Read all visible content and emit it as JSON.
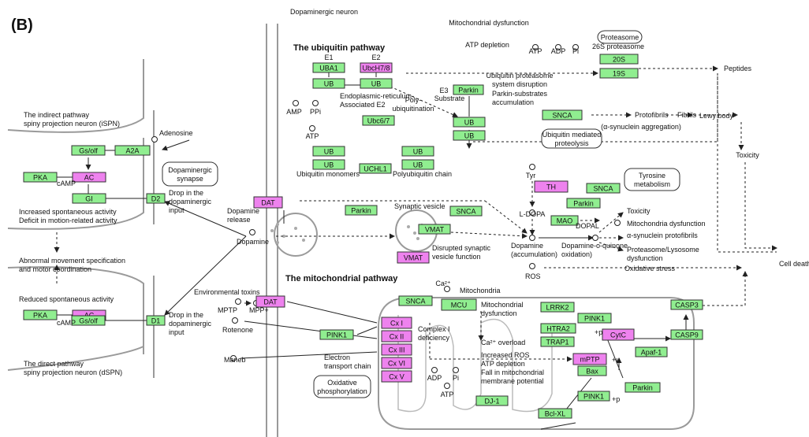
{
  "figure": {
    "panel_label": "(B)",
    "heading_ubiquitin": "The ubiquitin pathway",
    "heading_mitochondrial": "The mitochondrial pathway"
  },
  "colors": {
    "gene_fill": "#90ee90",
    "compound_fill": "#ee82ee",
    "stroke": "#333333",
    "membrane": "#9a9a9a"
  },
  "boxes": [
    {
      "id": "a2a",
      "label": "A2A",
      "kind": "gene"
    },
    {
      "id": "gs_olf_top",
      "label": "Gs/olf",
      "kind": "gene"
    },
    {
      "id": "ac_top",
      "label": "AC",
      "kind": "compound"
    },
    {
      "id": "pka_top",
      "label": "PKA",
      "kind": "gene"
    },
    {
      "id": "gi",
      "label": "GI",
      "kind": "gene"
    },
    {
      "id": "d2",
      "label": "D2",
      "kind": "gene"
    },
    {
      "id": "pka_bottom",
      "label": "PKA",
      "kind": "gene"
    },
    {
      "id": "ac_bottom",
      "label": "AC",
      "kind": "compound"
    },
    {
      "id": "gs_olf_bottom",
      "label": "Gs/olf",
      "kind": "gene"
    },
    {
      "id": "d1",
      "label": "D1",
      "kind": "gene"
    },
    {
      "id": "uba1",
      "label": "UBA1",
      "kind": "gene"
    },
    {
      "id": "ubch78",
      "label": "UbcH7/8",
      "kind": "compound"
    },
    {
      "id": "ub_e1",
      "label": "UB",
      "kind": "gene"
    },
    {
      "id": "ub_e2",
      "label": "UB",
      "kind": "gene"
    },
    {
      "id": "parkin_e3",
      "label": "Parkin",
      "kind": "gene"
    },
    {
      "id": "ubc67",
      "label": "Ubc6/7",
      "kind": "gene"
    },
    {
      "id": "ub_sub1",
      "label": "UB",
      "kind": "gene"
    },
    {
      "id": "ub_sub2",
      "label": "UB",
      "kind": "gene"
    },
    {
      "id": "ub_mono1",
      "label": "UB",
      "kind": "gene"
    },
    {
      "id": "ub_mono2",
      "label": "UB",
      "kind": "gene"
    },
    {
      "id": "uchl1",
      "label": "UCHL1",
      "kind": "gene"
    },
    {
      "id": "ub_poly1",
      "label": "UB",
      "kind": "gene"
    },
    {
      "id": "ub_poly2",
      "label": "UB",
      "kind": "gene"
    },
    {
      "id": "p20s",
      "label": "20S",
      "kind": "gene"
    },
    {
      "id": "p19s",
      "label": "19S",
      "kind": "gene"
    },
    {
      "id": "snca_fib",
      "label": "SNCA",
      "kind": "gene"
    },
    {
      "id": "th",
      "label": "TH",
      "kind": "compound"
    },
    {
      "id": "snca_th",
      "label": "SNCA",
      "kind": "gene"
    },
    {
      "id": "parkin_mao",
      "label": "Parkin",
      "kind": "gene"
    },
    {
      "id": "mao",
      "label": "MAO",
      "kind": "gene"
    },
    {
      "id": "dat_top",
      "label": "DAT",
      "kind": "compound"
    },
    {
      "id": "parkin_ves",
      "label": "Parkin",
      "kind": "gene"
    },
    {
      "id": "snca_ves",
      "label": "SNCA",
      "kind": "gene"
    },
    {
      "id": "vmat_ves",
      "label": "VMAT",
      "kind": "gene"
    },
    {
      "id": "vmat_low",
      "label": "VMAT",
      "kind": "compound"
    },
    {
      "id": "dat_bottom",
      "label": "DAT",
      "kind": "compound"
    },
    {
      "id": "snca_mito",
      "label": "SNCA",
      "kind": "gene"
    },
    {
      "id": "pink1_left",
      "label": "PINK1",
      "kind": "gene"
    },
    {
      "id": "cx1",
      "label": "Cx I",
      "kind": "compound"
    },
    {
      "id": "cx2",
      "label": "Cx II",
      "kind": "compound"
    },
    {
      "id": "cx3",
      "label": "Cx III",
      "kind": "compound"
    },
    {
      "id": "cx6",
      "label": "Cx VI",
      "kind": "compound"
    },
    {
      "id": "cx5",
      "label": "Cx V",
      "kind": "compound"
    },
    {
      "id": "mcu",
      "label": "MCU",
      "kind": "gene"
    },
    {
      "id": "lrrk2",
      "label": "LRRK2",
      "kind": "gene"
    },
    {
      "id": "pink1_top",
      "label": "PINK1",
      "kind": "gene"
    },
    {
      "id": "htra2",
      "label": "HTRA2",
      "kind": "gene"
    },
    {
      "id": "trap1",
      "label": "TRAP1",
      "kind": "gene"
    },
    {
      "id": "cytc",
      "label": "CytC",
      "kind": "compound"
    },
    {
      "id": "mptp",
      "label": "mPTP",
      "kind": "compound"
    },
    {
      "id": "bax",
      "label": "Bax",
      "kind": "gene"
    },
    {
      "id": "parkin_bax",
      "label": "Parkin",
      "kind": "gene"
    },
    {
      "id": "pink1_bottom",
      "label": "PINK1",
      "kind": "gene"
    },
    {
      "id": "dj1",
      "label": "DJ-1",
      "kind": "gene"
    },
    {
      "id": "bclxl",
      "label": "Bcl-XL",
      "kind": "gene"
    },
    {
      "id": "apaf1",
      "label": "Apaf-1",
      "kind": "gene"
    },
    {
      "id": "casp9",
      "label": "CASP9",
      "kind": "gene"
    },
    {
      "id": "casp3",
      "label": "CASP3",
      "kind": "gene"
    }
  ],
  "rounded_labels": [
    {
      "id": "dopaminergic_synapse",
      "lines": [
        "Dopaminergic",
        "synapse"
      ]
    },
    {
      "id": "proteasome",
      "lines": [
        "Proteasome"
      ]
    },
    {
      "id": "upp",
      "lines": [
        "Ubiquitin mediated",
        "proteolysis"
      ]
    },
    {
      "id": "tyrosine",
      "lines": [
        "Tyrosine",
        "metabolism"
      ]
    },
    {
      "id": "oxphos",
      "lines": [
        "Oxidative",
        "phosphorylation"
      ]
    }
  ],
  "texts": [
    {
      "id": "dopaminergic_neuron",
      "lines": [
        "Dopaminergic neuron"
      ]
    },
    {
      "id": "indirect_pathway",
      "lines": [
        "The indirect pathway",
        "spiny projection neuron (iSPN)"
      ]
    },
    {
      "id": "direct_pathway",
      "lines": [
        "The direct pathway",
        "spiny projection neuron (dSPN)"
      ]
    },
    {
      "id": "adenosine",
      "lines": [
        "Adenosine"
      ]
    },
    {
      "id": "camp_top",
      "lines": [
        "cAMP"
      ]
    },
    {
      "id": "camp_bottom",
      "lines": [
        "cAMP"
      ]
    },
    {
      "id": "drop_top",
      "lines": [
        "Drop in the",
        "dopaminergic",
        "input"
      ]
    },
    {
      "id": "drop_bottom",
      "lines": [
        "Drop in the",
        "dopaminergic",
        "input"
      ]
    },
    {
      "id": "increased_activity",
      "lines": [
        "Increased spontaneous activity",
        "Deficit in motion-related activity"
      ]
    },
    {
      "id": "abnormal_movement",
      "lines": [
        "Abnormal movement specification",
        "and motor coordination"
      ]
    },
    {
      "id": "reduced_activity",
      "lines": [
        "Reduced spontaneous activity"
      ]
    },
    {
      "id": "dopamine",
      "lines": [
        "Dopamine"
      ]
    },
    {
      "id": "dopamine_release",
      "lines": [
        "Dopamine",
        "release"
      ]
    },
    {
      "id": "env_toxins",
      "lines": [
        "Environmental toxins"
      ]
    },
    {
      "id": "mptp_cmpd",
      "lines": [
        "MPTP"
      ]
    },
    {
      "id": "mpp",
      "lines": [
        "MPP+"
      ]
    },
    {
      "id": "rotenone",
      "lines": [
        "Rotenone"
      ]
    },
    {
      "id": "maneb",
      "lines": [
        "Maneb"
      ]
    },
    {
      "id": "e1",
      "lines": [
        "E1"
      ]
    },
    {
      "id": "e2",
      "lines": [
        "E2"
      ]
    },
    {
      "id": "e3",
      "lines": [
        "E3"
      ]
    },
    {
      "id": "amp",
      "lines": [
        "AMP"
      ]
    },
    {
      "id": "ppi",
      "lines": [
        "PPi"
      ]
    },
    {
      "id": "atp_ub",
      "lines": [
        "ATP"
      ]
    },
    {
      "id": "er_e2",
      "lines": [
        "Endoplasmic-reticulum-",
        "Associated E2"
      ]
    },
    {
      "id": "polyub",
      "lines": [
        "Poly-",
        "ubiquitination"
      ]
    },
    {
      "id": "substrate",
      "lines": [
        "Substrate"
      ]
    },
    {
      "id": "parkin_substrates",
      "lines": [
        "Parkin-substrates",
        "accumulation"
      ]
    },
    {
      "id": "ub_monomers",
      "lines": [
        "Ubiquitin monomers"
      ]
    },
    {
      "id": "polyub_chain",
      "lines": [
        "Polyubiquitin chain"
      ]
    },
    {
      "id": "mito_dysfunction_top",
      "lines": [
        "Mitochondrial dysfunction"
      ]
    },
    {
      "id": "atp_depletion",
      "lines": [
        "ATP depletion"
      ]
    },
    {
      "id": "atp_top",
      "lines": [
        "ATP"
      ]
    },
    {
      "id": "adp_top",
      "lines": [
        "ADP"
      ]
    },
    {
      "id": "pi_top",
      "lines": [
        "Pi"
      ]
    },
    {
      "id": "proteasome_26s",
      "lines": [
        "26S proteasome"
      ]
    },
    {
      "id": "ups_disruption",
      "lines": [
        "Ubiquitin proteasome",
        "system disruption"
      ]
    },
    {
      "id": "peptides",
      "lines": [
        "Peptides"
      ]
    },
    {
      "id": "protofibrils",
      "lines": [
        "Protofibrils"
      ]
    },
    {
      "id": "fibrils",
      "lines": [
        "Fibrils"
      ]
    },
    {
      "id": "asyn_aggregation",
      "lines": [
        "(α-synuclein aggregation)"
      ]
    },
    {
      "id": "lewy_body",
      "lines": [
        "Lewy body"
      ]
    },
    {
      "id": "toxicity_right",
      "lines": [
        "Toxicity"
      ]
    },
    {
      "id": "tyr",
      "lines": [
        "Tyr"
      ]
    },
    {
      "id": "ldopa",
      "lines": [
        "L-DOPA"
      ]
    },
    {
      "id": "dopal",
      "lines": [
        "DOPAL"
      ]
    },
    {
      "id": "toxicity_mid",
      "lines": [
        "Toxicity"
      ]
    },
    {
      "id": "mito_dys_mid",
      "lines": [
        "Mitochondria dysfunction"
      ]
    },
    {
      "id": "asyn_protofibrils",
      "lines": [
        "α-synuclein protofibrils"
      ]
    },
    {
      "id": "proteasome_lysosome",
      "lines": [
        "Proteasome/Lysosome",
        "dysfunction"
      ]
    },
    {
      "id": "synaptic_vesicle",
      "lines": [
        "Synaptic vesicle"
      ]
    },
    {
      "id": "disrupted_vesicle",
      "lines": [
        "Disrupted synaptic",
        "vesicle function"
      ]
    },
    {
      "id": "dopamine_acc",
      "lines": [
        "Dopamine",
        "(accumulation)"
      ]
    },
    {
      "id": "dopamine_quinone",
      "lines": [
        "Dopamine-o-quinone",
        "oxidation)"
      ]
    },
    {
      "id": "ros_label",
      "lines": [
        "ROS"
      ]
    },
    {
      "id": "oxidative_stress",
      "lines": [
        "Oxidative stress"
      ]
    },
    {
      "id": "cell_death",
      "lines": [
        "Cell death"
      ]
    },
    {
      "id": "ca2_top",
      "lines": [
        "Ca²⁺"
      ]
    },
    {
      "id": "mitochondria",
      "lines": [
        "Mitochondria"
      ]
    },
    {
      "id": "mito_dys_inner",
      "lines": [
        "Mitochondrial",
        "dysfunction"
      ]
    },
    {
      "id": "complex1_def",
      "lines": [
        "Complex I",
        "deficiency"
      ]
    },
    {
      "id": "ca_overload",
      "lines": [
        "Ca²⁺ overload"
      ]
    },
    {
      "id": "increased_ros",
      "lines": [
        "Increased ROS",
        "ATP depletion",
        "Fall in mitochondrial",
        "membrane potential"
      ]
    },
    {
      "id": "etc",
      "lines": [
        "Electron",
        "transport chain"
      ]
    },
    {
      "id": "adp_low",
      "lines": [
        "ADP"
      ]
    },
    {
      "id": "pi_low",
      "lines": [
        "Pi"
      ]
    },
    {
      "id": "atp_low",
      "lines": [
        "ATP"
      ]
    },
    {
      "id": "p_htra",
      "lines": [
        "+p"
      ]
    },
    {
      "id": "u_bax",
      "lines": [
        "+u"
      ]
    },
    {
      "id": "p_pink",
      "lines": [
        "+p"
      ]
    }
  ]
}
